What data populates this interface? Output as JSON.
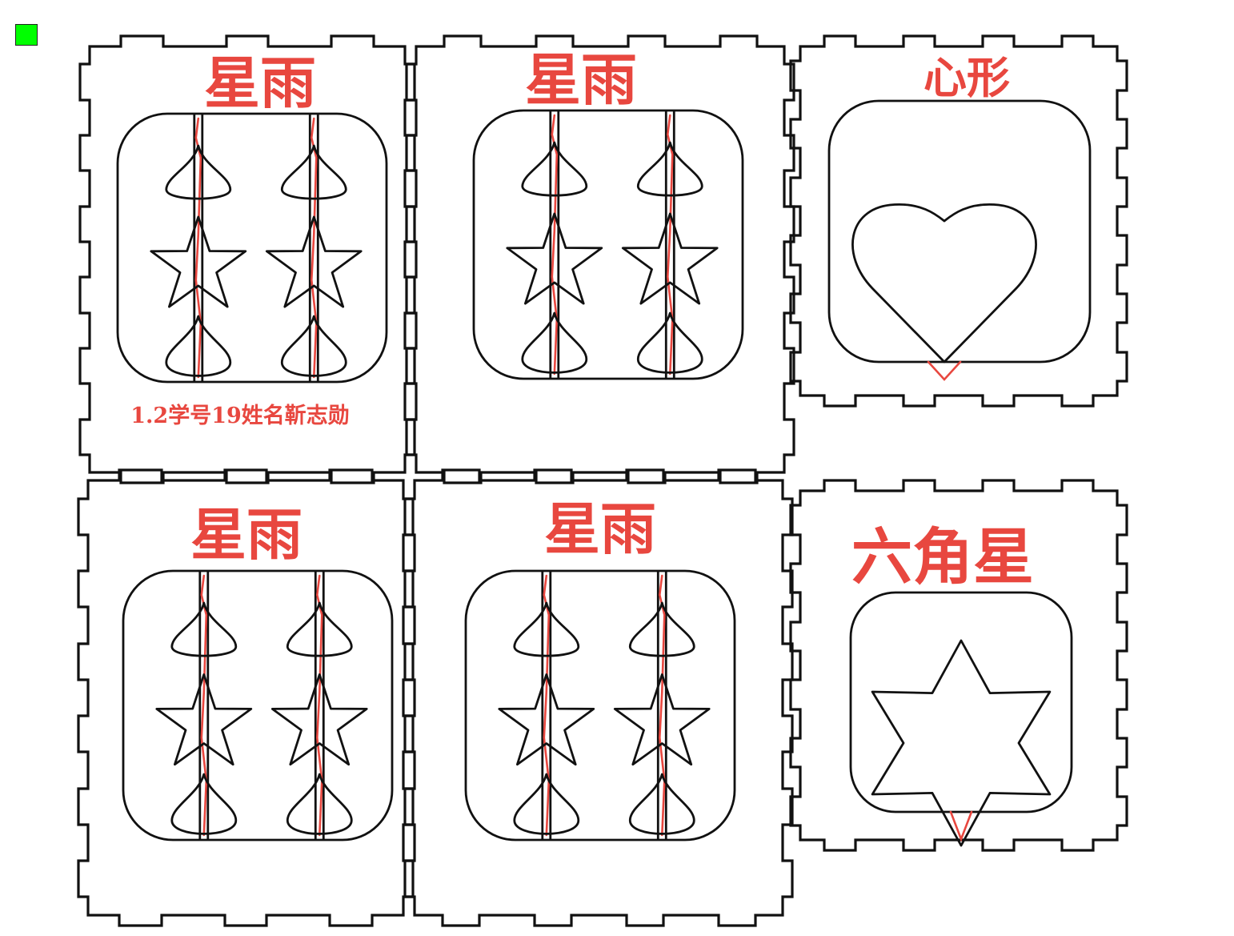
{
  "colors": {
    "cut": "#e8473f",
    "line": "#111111",
    "indicator": "#00ff00"
  },
  "indicator": {
    "name": "green-status-square"
  },
  "panels": [
    {
      "id": "star-rain-1",
      "title": "星雨",
      "design": "star-rain",
      "caption": "1.2学号19姓名靳志勋"
    },
    {
      "id": "star-rain-2",
      "title": "星雨",
      "design": "star-rain"
    },
    {
      "id": "heart",
      "title": "心形",
      "design": "heart"
    },
    {
      "id": "star-rain-3",
      "title": "星雨",
      "design": "star-rain"
    },
    {
      "id": "star-rain-4",
      "title": "星雨",
      "design": "star-rain"
    },
    {
      "id": "hexagram",
      "title": "六角星",
      "design": "hexagram"
    }
  ]
}
